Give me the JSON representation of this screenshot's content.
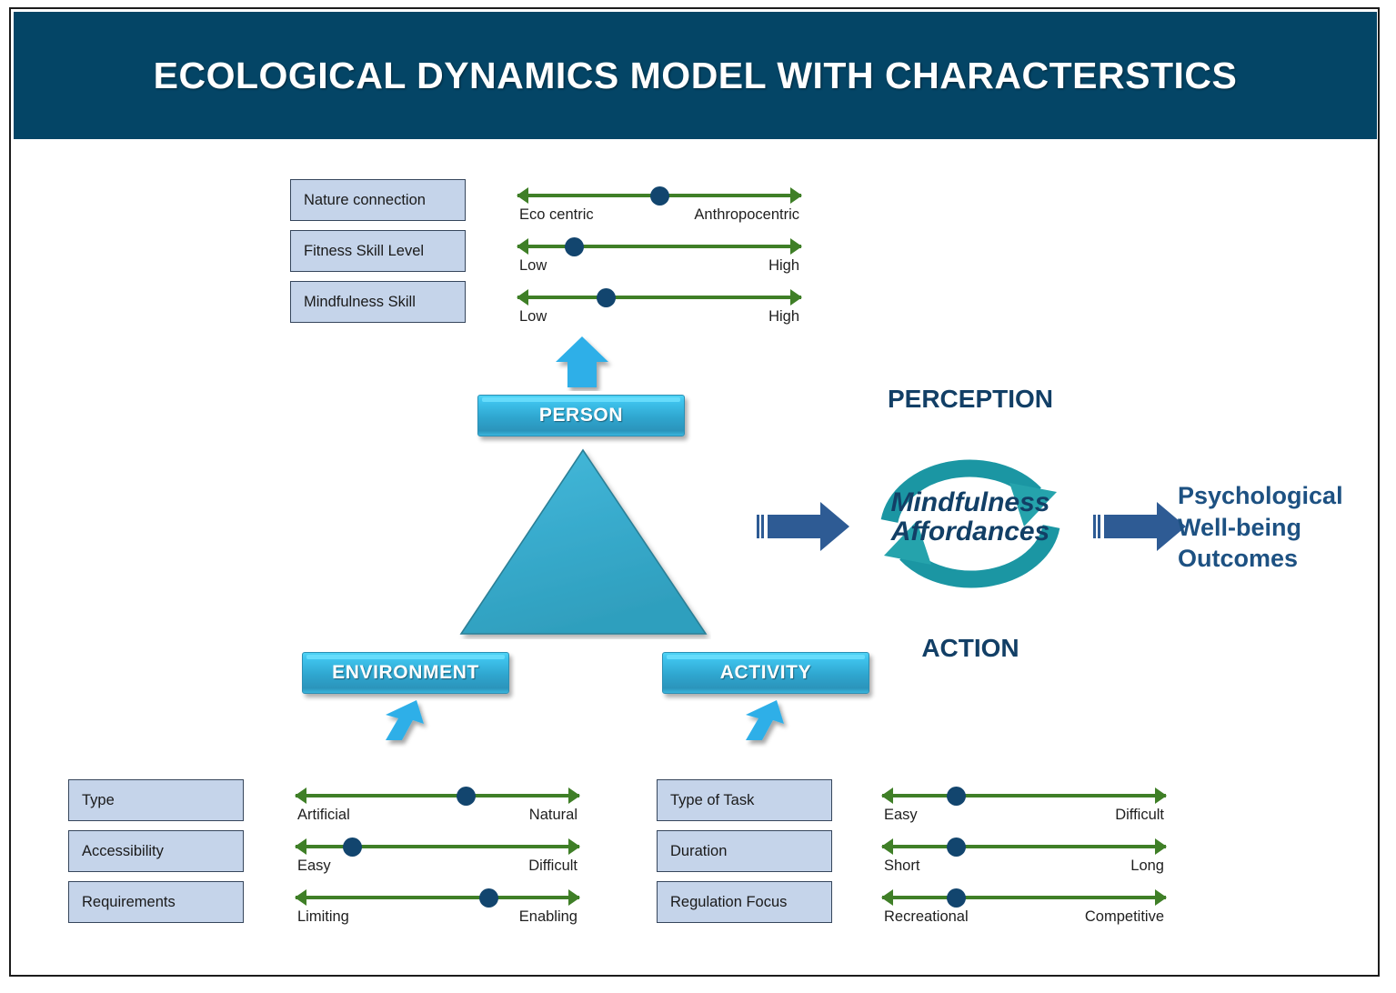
{
  "header": {
    "title": "ECOLOGICAL DYNAMICS MODEL WITH CHARACTERSTICS",
    "background": "#044566",
    "text_color": "#ffffff"
  },
  "colors": {
    "header_navy": "#044566",
    "label_box_fill": "#c5d4ea",
    "label_box_border": "#36465c",
    "slider_green": "#3f7f27",
    "slider_dot_navy": "#12456e",
    "teal_bar": "#2fa6cf",
    "triangle_teal": "#3aacce",
    "cycle_teal": "#1f9aa6",
    "arrow_blue": "#2e5b94",
    "down_arrow_cyan": "#2eafe8",
    "outcome_text": "#1d5182"
  },
  "nodes": {
    "person": "PERSON",
    "environment": "ENVIRONMENT",
    "activity": "ACTIVITY"
  },
  "cycle": {
    "top_label": "PERCEPTION",
    "bottom_label": "ACTION",
    "center_line1": "Mindfulness",
    "center_line2": "Affordances"
  },
  "outcome": {
    "line1": "Psychological",
    "line2": "Well-being",
    "line3": "Outcomes"
  },
  "person_characteristics": [
    {
      "label": "Nature connection",
      "left": "Eco centric",
      "right": "Anthropocentric",
      "value": 50
    },
    {
      "label": "Fitness Skill Level",
      "left": "Low",
      "right": "High",
      "value": 20
    },
    {
      "label": "Mindfulness Skill",
      "left": "Low",
      "right": "High",
      "value": 31
    }
  ],
  "environment_characteristics": [
    {
      "label": "Type",
      "left": "Artificial",
      "right": "Natural",
      "value": 60
    },
    {
      "label": "Accessibility",
      "left": "Easy",
      "right": "Difficult",
      "value": 20
    },
    {
      "label": "Requirements",
      "left": "Limiting",
      "right": "Enabling",
      "value": 68
    }
  ],
  "activity_characteristics": [
    {
      "label": "Type of Task",
      "left": "Easy",
      "right": "Difficult",
      "value": 26
    },
    {
      "label": "Duration",
      "left": "Short",
      "right": "Long",
      "value": 26
    },
    {
      "label": "Regulation Focus",
      "left": "Recreational",
      "right": "Competitive",
      "value": 26
    }
  ]
}
